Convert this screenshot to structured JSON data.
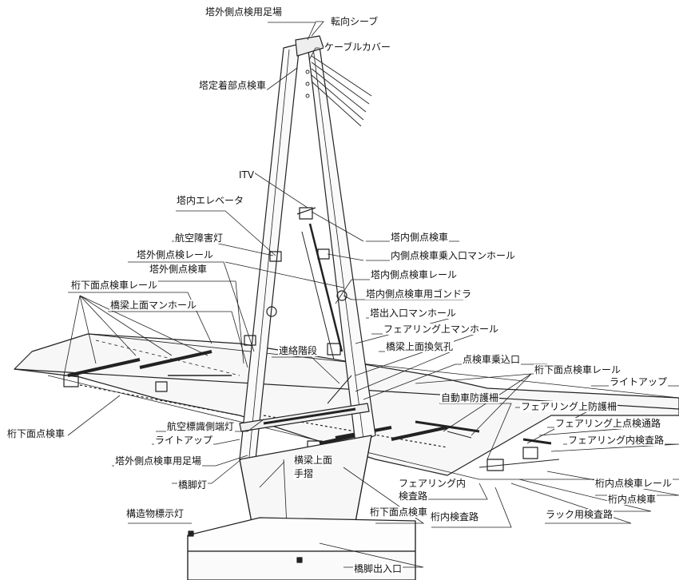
{
  "labels": {
    "tower_outer_inspection_scaffold": "塔外側点検用足場",
    "turning_sheave": "転向シーブ",
    "cable_cover": "ケーブルカバー",
    "tower_anchorage_inspection_car": "塔定着部点検車",
    "itv": "ITV",
    "tower_elevator": "塔内エレベータ",
    "aviation_obstruction_light": "航空障害灯",
    "tower_outer_inspection_rail": "塔外側点検レール",
    "tower_outer_inspection_car": "塔外側点検車",
    "girder_under_inspection_rail_left": "桁下面点検車レール",
    "beam_top_manhole": "橋梁上面マンホール",
    "tower_inner_inspection_car": "塔内側点検車",
    "inner_inspection_car_manhole": "内側点検車乗入口マンホール",
    "tower_inner_inspection_rail": "塔内側点検車レール",
    "tower_inner_gondola": "塔内側点検車用ゴンドラ",
    "tower_entrance_manhole": "塔出入口マンホール",
    "fairing_top_manhole": "フェアリング上マンホール",
    "connecting_stairs": "連絡階段",
    "beam_top_vent": "橋梁上面換気孔",
    "inspection_car_entry": "点検車乗込口",
    "girder_under_inspection_rail_right": "桁下面点検車レール",
    "lightup_right": "ライトアップ",
    "vehicle_guard_fence": "自動車防護柵",
    "fairing_top_guard_fence": "フェアリング上防護柵",
    "fairing_top_walkway": "フェアリング上点検通路",
    "fairing_inner_walkway": "フェアリング内検査路",
    "girder_under_inspection_car_left": "桁下面点検車",
    "aviation_sign_side_light": "航空標識側端灯",
    "lightup_left": "ライトアップ",
    "tower_outer_car_scaffold": "塔外側点検車用足場",
    "crossbeam_top_handrail_1": "横梁上面",
    "crossbeam_top_handrail_2": "手摺",
    "pier_light": "橋脚灯",
    "fairing_inner_walkway_2_line1": "フェアリング内",
    "fairing_inner_walkway_2_line2": "検査路",
    "girder_under_inspection_car_bottom": "桁下面点検車",
    "girder_inner_walkway": "桁内検査路",
    "girder_inner_inspection_rail": "桁内点検車レール",
    "girder_inner_inspection_car": "桁内点検車",
    "rack_walkway": "ラック用検査路",
    "structure_marker_light": "構造物標示灯",
    "pier_entrance": "橋脚出入口"
  }
}
